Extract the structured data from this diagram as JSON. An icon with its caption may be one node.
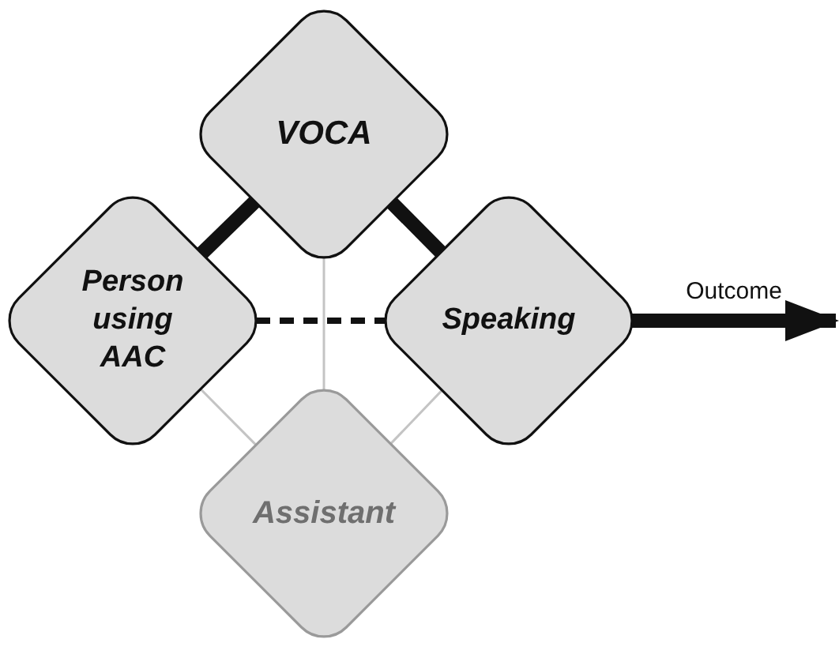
{
  "diagram": {
    "nodes": [
      {
        "text": [
          "VOCA"
        ]
      },
      {
        "text": [
          "Person using AAC"
        ]
      },
      {
        "text": [
          "Speaking"
        ]
      },
      {
        "text": [
          "Assistant"
        ]
      }
    ],
    "edges": [
      {
        "from": 0,
        "to": 1,
        "arrow": "none",
        "style": "thick"
      },
      {
        "from": 0,
        "to": 2,
        "arrow": "none",
        "style": "thick"
      },
      {
        "from": 1,
        "to": 2,
        "arrow": "none",
        "style": "dashed"
      },
      {
        "from": 0,
        "to": 3,
        "arrow": "none",
        "color": "#c4c4c4"
      },
      {
        "from": 1,
        "to": 3,
        "arrow": "none",
        "color": "#c4c4c4"
      },
      {
        "from": 2,
        "to": 3,
        "arrow": "none",
        "color": "#c4c4c4"
      },
      {
        "from": 2,
        "to": null,
        "arrow": "to",
        "label": "Outcome",
        "style": "thick"
      }
    ]
  }
}
